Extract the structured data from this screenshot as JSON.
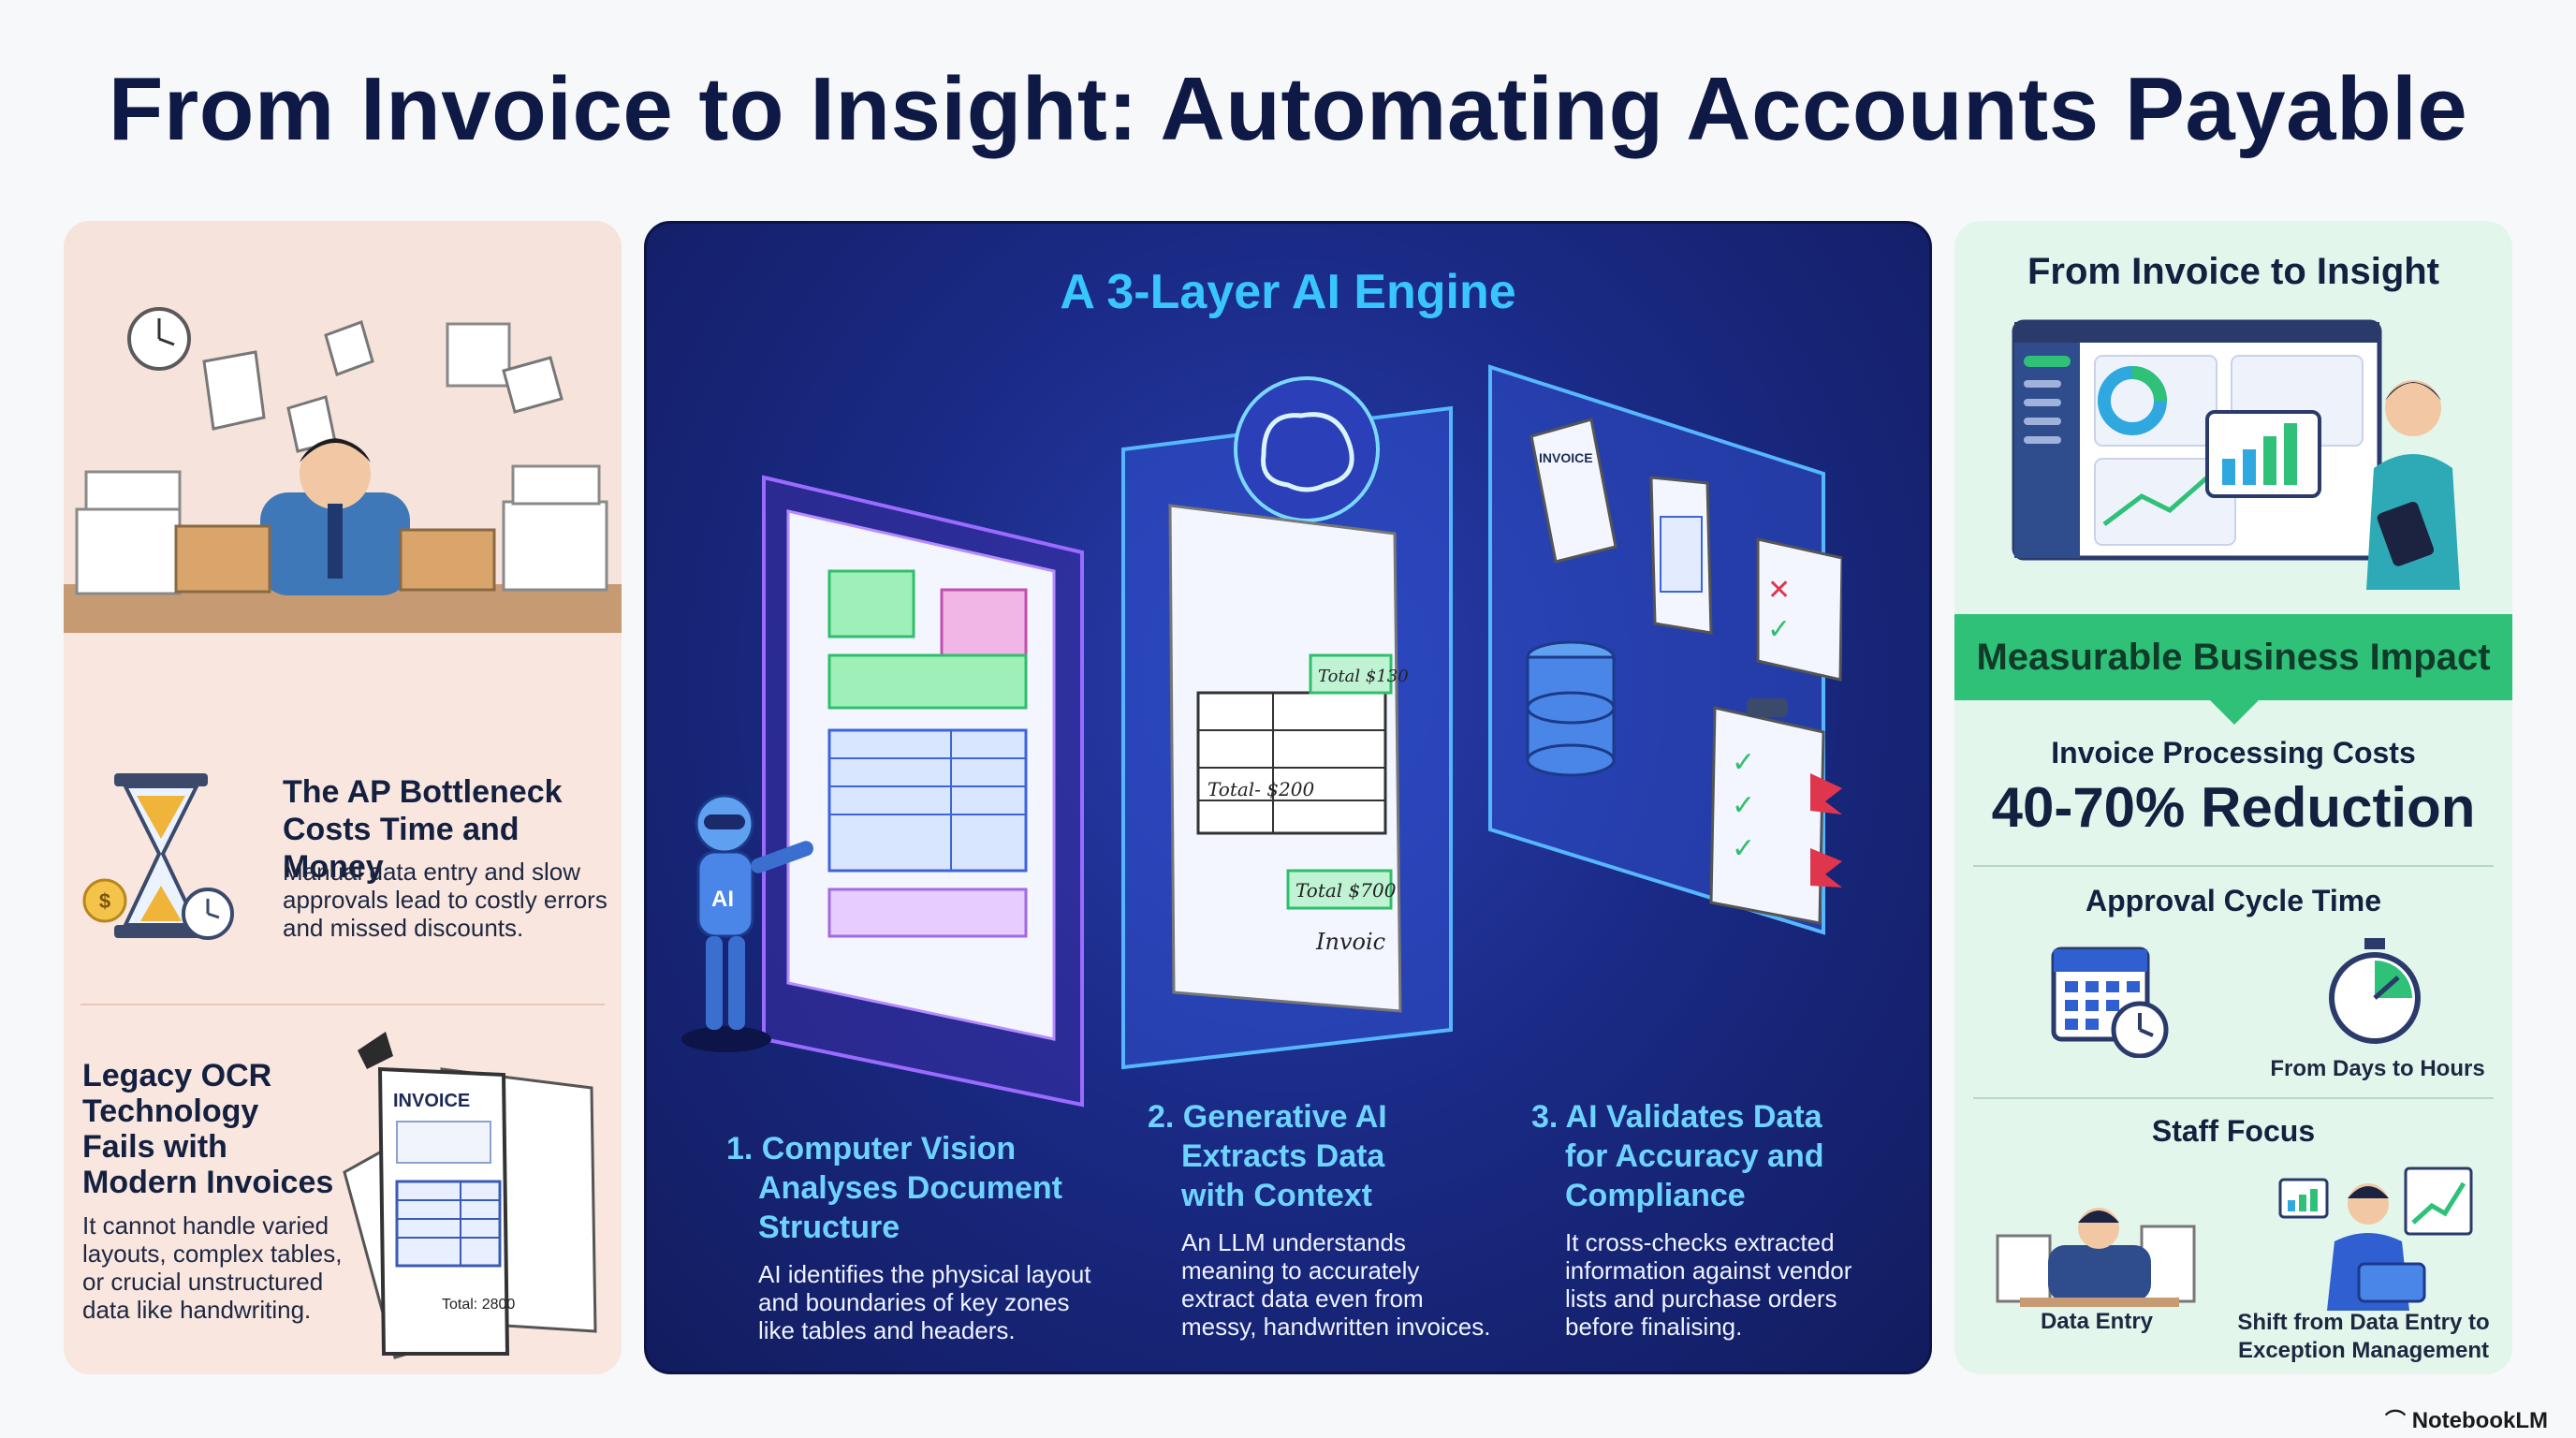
{
  "title": "From Invoice to Insight: Automating Accounts Payable",
  "left": {
    "bottleneck": {
      "heading": "The AP Bottleneck Costs Time and Money",
      "heading_line1": "The AP Bottleneck",
      "heading_line2": "Costs Time and Money",
      "body_line1": "Manual data entry and slow",
      "body_line2": "approvals lead to costly errors",
      "body_line3": "and missed discounts."
    },
    "legacy": {
      "heading_line1": "Legacy OCR",
      "heading_line2": "Technology",
      "heading_line3": "Fails with",
      "heading_line4": "Modern Invoices",
      "body_line1": "It cannot handle varied",
      "body_line2": "layouts, complex tables,",
      "body_line3": "or crucial unstructured",
      "body_line4": "data like handwriting.",
      "doc_label": "INVOICE",
      "doc_total": "Total: 2800"
    }
  },
  "center": {
    "title": "A 3-Layer AI Engine",
    "robot_label": "AI",
    "layers": [
      {
        "head_line1": "1. Computer Vision",
        "head_line2": "Analyses Document",
        "head_line3": "Structure",
        "body_line1": "AI identifies the physical layout",
        "body_line2": "and boundaries of key zones",
        "body_line3": "like tables and headers."
      },
      {
        "head_line1": "2. Generative AI",
        "head_line2": "Extracts Data",
        "head_line3": "with Context",
        "body_line1": "An LLM understands",
        "body_line2": "meaning to accurately",
        "body_line3": "extract data even from",
        "body_line4": "messy, handwritten invoices.",
        "note1": "Total $130",
        "note2": "Total- $200",
        "note3": "Total $700",
        "sig": "Invoic"
      },
      {
        "head_line1": "3. AI Validates Data",
        "head_line2": "for Accuracy and",
        "head_line3": "Compliance",
        "body_line1": "It cross-checks extracted",
        "body_line2": "information against vendor",
        "body_line3": "lists and purchase orders",
        "body_line4": "before finalising.",
        "doc_label": "INVOICE"
      }
    ]
  },
  "right": {
    "header": "From Invoice to Insight",
    "impact_band": "Measurable Business Impact",
    "costs_label": "Invoice Processing Costs",
    "costs_value": "40-70% Reduction",
    "approval_label": "Approval Cycle Time",
    "approval_note": "From Days to Hours",
    "staff_label": "Staff Focus",
    "staff_left": "Data Entry",
    "staff_right_line1": "Shift from Data Entry to",
    "staff_right_line2": "Exception Management"
  },
  "brand": "NotebookLM",
  "colors": {
    "title": "#0e1a45",
    "center_bg": "#1a2a86",
    "center_title": "#39c6ff",
    "accent_green": "#2fc178",
    "left_bg": "#f8e6df",
    "right_bg": "#e3f6ec"
  }
}
